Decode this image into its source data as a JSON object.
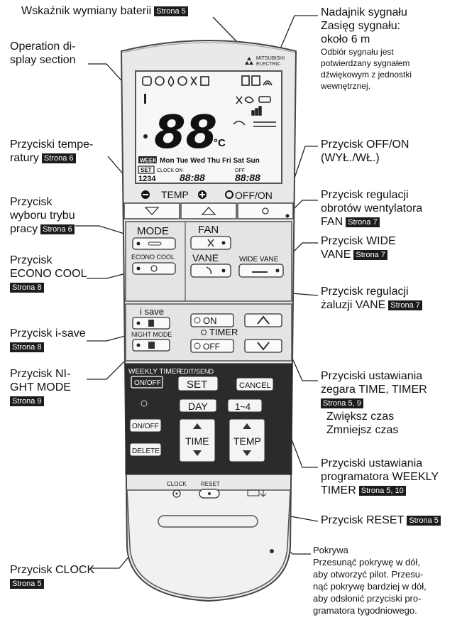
{
  "labels": {
    "battery": {
      "text": "Wskaźnik wymiany baterii",
      "badge": "Strona 5"
    },
    "transmitter": {
      "lines": [
        "Nadajnik sygnału",
        "Zasięg sygnału:",
        "około 6 m"
      ],
      "note": [
        "Odbiór sygnału jest",
        "potwierdzany sygnałem",
        "dźwiękowym z jednostki",
        "wewnętrznej."
      ]
    },
    "display": {
      "lines": [
        "Operation di-",
        "splay section"
      ]
    },
    "temp": {
      "lines": [
        "Przyciski tempe-",
        "ratury"
      ],
      "badge": "Strona 6"
    },
    "offon": {
      "lines": [
        "Przycisk OFF/ON",
        "(WYŁ./WŁ.)"
      ]
    },
    "mode": {
      "lines": [
        "Przycisk",
        "wyboru trybu",
        "pracy"
      ],
      "badge": "Strona 6"
    },
    "fan": {
      "lines": [
        "Przycisk regulacji",
        "obrotów wentylatora",
        "FAN"
      ],
      "badge": "Strona 7"
    },
    "widevane": {
      "lines": [
        "Przycisk WIDE",
        "VANE"
      ],
      "badge": "Strona 7"
    },
    "econo": {
      "lines": [
        "Przycisk",
        "ECONO COOL"
      ],
      "badge": "Strona 8"
    },
    "vane": {
      "lines": [
        "Przycisk regulacji",
        "żaluzji VANE"
      ],
      "badge": "Strona 7"
    },
    "isave": {
      "lines": [
        "Przycisk i-save"
      ],
      "badge": "Strona 8"
    },
    "night": {
      "lines": [
        "Przycisk NI-",
        "GHT MODE"
      ],
      "badge": "Strona 9"
    },
    "timer": {
      "lines": [
        "Przyciski ustawiania",
        "zegara TIME, TIMER"
      ],
      "badge": "Strona 5, 9",
      "sub": [
        "Zwiększ czas",
        "Zmniejsz czas"
      ]
    },
    "weekly": {
      "lines": [
        "Przyciski ustawiania",
        "programatora WEEKLY",
        "TIMER"
      ],
      "badge": "Strona 5, 10"
    },
    "reset": {
      "lines": [
        "Przycisk RESET"
      ],
      "badge": "Strona 5"
    },
    "clock": {
      "lines": [
        "Przycisk CLOCK"
      ],
      "badge": "Strona 5"
    },
    "cover": {
      "lines": [
        "Pokrywa",
        "Przesunąć pokrywę w dół,",
        "aby otworzyć pilot. Przesu-",
        "nąć pokrywę bardziej w dół,",
        "aby odsłonić przyciski pro-",
        "gramatora tygodniowego."
      ]
    }
  },
  "remote": {
    "brand": [
      "MITSUBISHI",
      "ELECTRIC"
    ],
    "lcd_temp": "88",
    "lcd_unit": "°C",
    "weekly_badge": "WEEKLY",
    "days": "Mon Tue Wed Thu Fri Sat Sun",
    "set_badge": "SET",
    "clock_on": "CLOCK ON",
    "off_lbl": "OFF",
    "prog_nums": "1234",
    "time_digits": "88:88",
    "time_digits2": "88:88",
    "temp_label": "TEMP",
    "offon_label": "OFF/ON",
    "mode": "MODE",
    "econo_cool": "ECONO COOL",
    "fan": "FAN",
    "vane": "VANE",
    "wide_vane": "WIDE VANE",
    "isave": "i save",
    "night_mode": "NIGHT MODE",
    "on_btn": "ON",
    "timer": "TIMER",
    "off_btn": "OFF",
    "weekly_timer": "WEEKLY TIMER",
    "onoff_small": "ON/OFF",
    "edit_send": "EDIT/SEND",
    "set": "SET",
    "cancel": "CANCEL",
    "day": "DAY",
    "range": "1~4",
    "onoff2": "ON/OFF",
    "delete": "DELETE",
    "time": "TIME",
    "temp2": "TEMP",
    "clock": "CLOCK",
    "reset": "RESET"
  }
}
